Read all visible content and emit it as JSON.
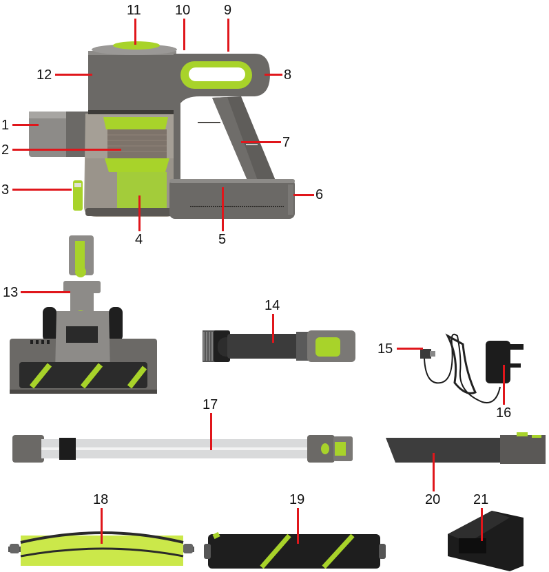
{
  "diagram": {
    "type": "exploded-parts-diagram",
    "subject": "cordless handheld stick vacuum and accessories",
    "colors": {
      "body_gray": "#6b6966",
      "dark_gray": "#4a4845",
      "light_gray": "#9a9896",
      "lime_green": "#a8d32a",
      "bin_tint": "#a59f96",
      "black": "#1c1c1c",
      "leader_red": "#e0161b",
      "label_black": "#111111"
    },
    "callouts": [
      {
        "id": "1",
        "label": "1",
        "part": "nozzle-inlet"
      },
      {
        "id": "2",
        "label": "2",
        "part": "filter-mesh"
      },
      {
        "id": "3",
        "label": "3",
        "part": "bin-release-latch"
      },
      {
        "id": "4",
        "label": "4",
        "part": "dust-bin"
      },
      {
        "id": "5",
        "label": "5",
        "part": "battery-pack"
      },
      {
        "id": "6",
        "label": "6",
        "part": "charging-port"
      },
      {
        "id": "7",
        "label": "7",
        "part": "handle-grip"
      },
      {
        "id": "8",
        "label": "8",
        "part": "indicator-light"
      },
      {
        "id": "9",
        "label": "9",
        "part": "carry-handle"
      },
      {
        "id": "10",
        "label": "10",
        "part": "power-button"
      },
      {
        "id": "11",
        "label": "11",
        "part": "exhaust-cap"
      },
      {
        "id": "12",
        "label": "12",
        "part": "motor-housing"
      },
      {
        "id": "13",
        "label": "13",
        "part": "floor-brush-head"
      },
      {
        "id": "14",
        "label": "14",
        "part": "combination-brush-tool"
      },
      {
        "id": "15",
        "label": "15",
        "part": "charger-plug"
      },
      {
        "id": "16",
        "label": "16",
        "part": "charger-adapter"
      },
      {
        "id": "17",
        "label": "17",
        "part": "extension-tube"
      },
      {
        "id": "18",
        "label": "18",
        "part": "bristle-roller"
      },
      {
        "id": "19",
        "label": "19",
        "part": "soft-roller"
      },
      {
        "id": "20",
        "label": "20",
        "part": "crevice-tool"
      },
      {
        "id": "21",
        "label": "21",
        "part": "wall-mount-bracket"
      }
    ]
  }
}
